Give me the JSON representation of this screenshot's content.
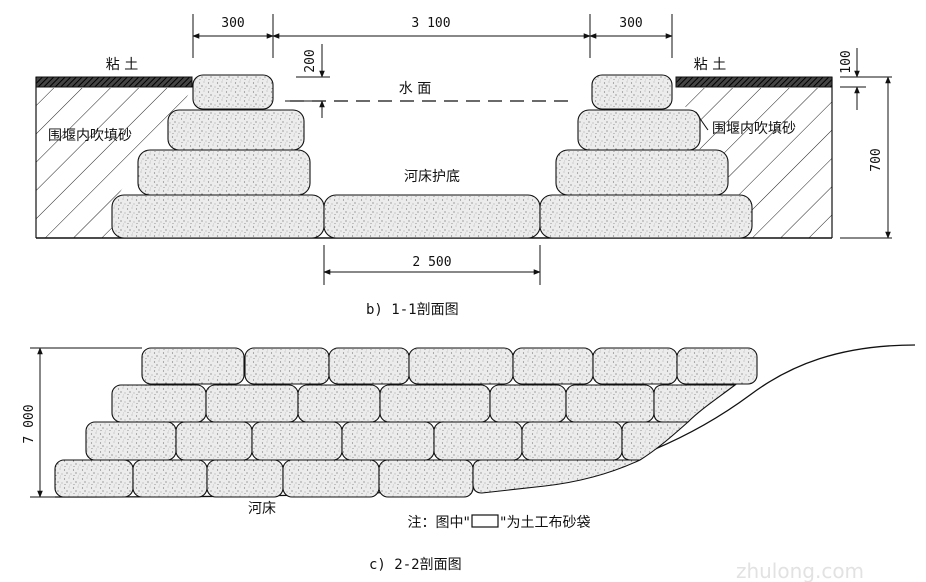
{
  "section_b": {
    "labels": {
      "clay_left": "粘 土",
      "clay_right": "粘 土",
      "water": "水 面",
      "fill_left": "围堰内吹填砂",
      "fill_right": "围堰内吹填砂",
      "riverbed_protect": "河床护底"
    },
    "dims": {
      "top_left": "300",
      "top_mid": "3 100",
      "top_right": "300",
      "water_depth": "200",
      "clay_thick": "100",
      "height": "700",
      "bottom": "2 500"
    },
    "caption": "b) 1-1剖面图"
  },
  "section_c": {
    "dims": {
      "height": "7 000"
    },
    "labels": {
      "riverbed": "河床"
    },
    "note_prefix": "注：图中\"",
    "note_suffix": "\"为土工布砂袋",
    "caption": "c) 2-2剖面图"
  },
  "watermark": "zhulong.com",
  "colors": {
    "line": "#111111",
    "bag_fill": "#e9e9e9",
    "clay": "#222222"
  }
}
